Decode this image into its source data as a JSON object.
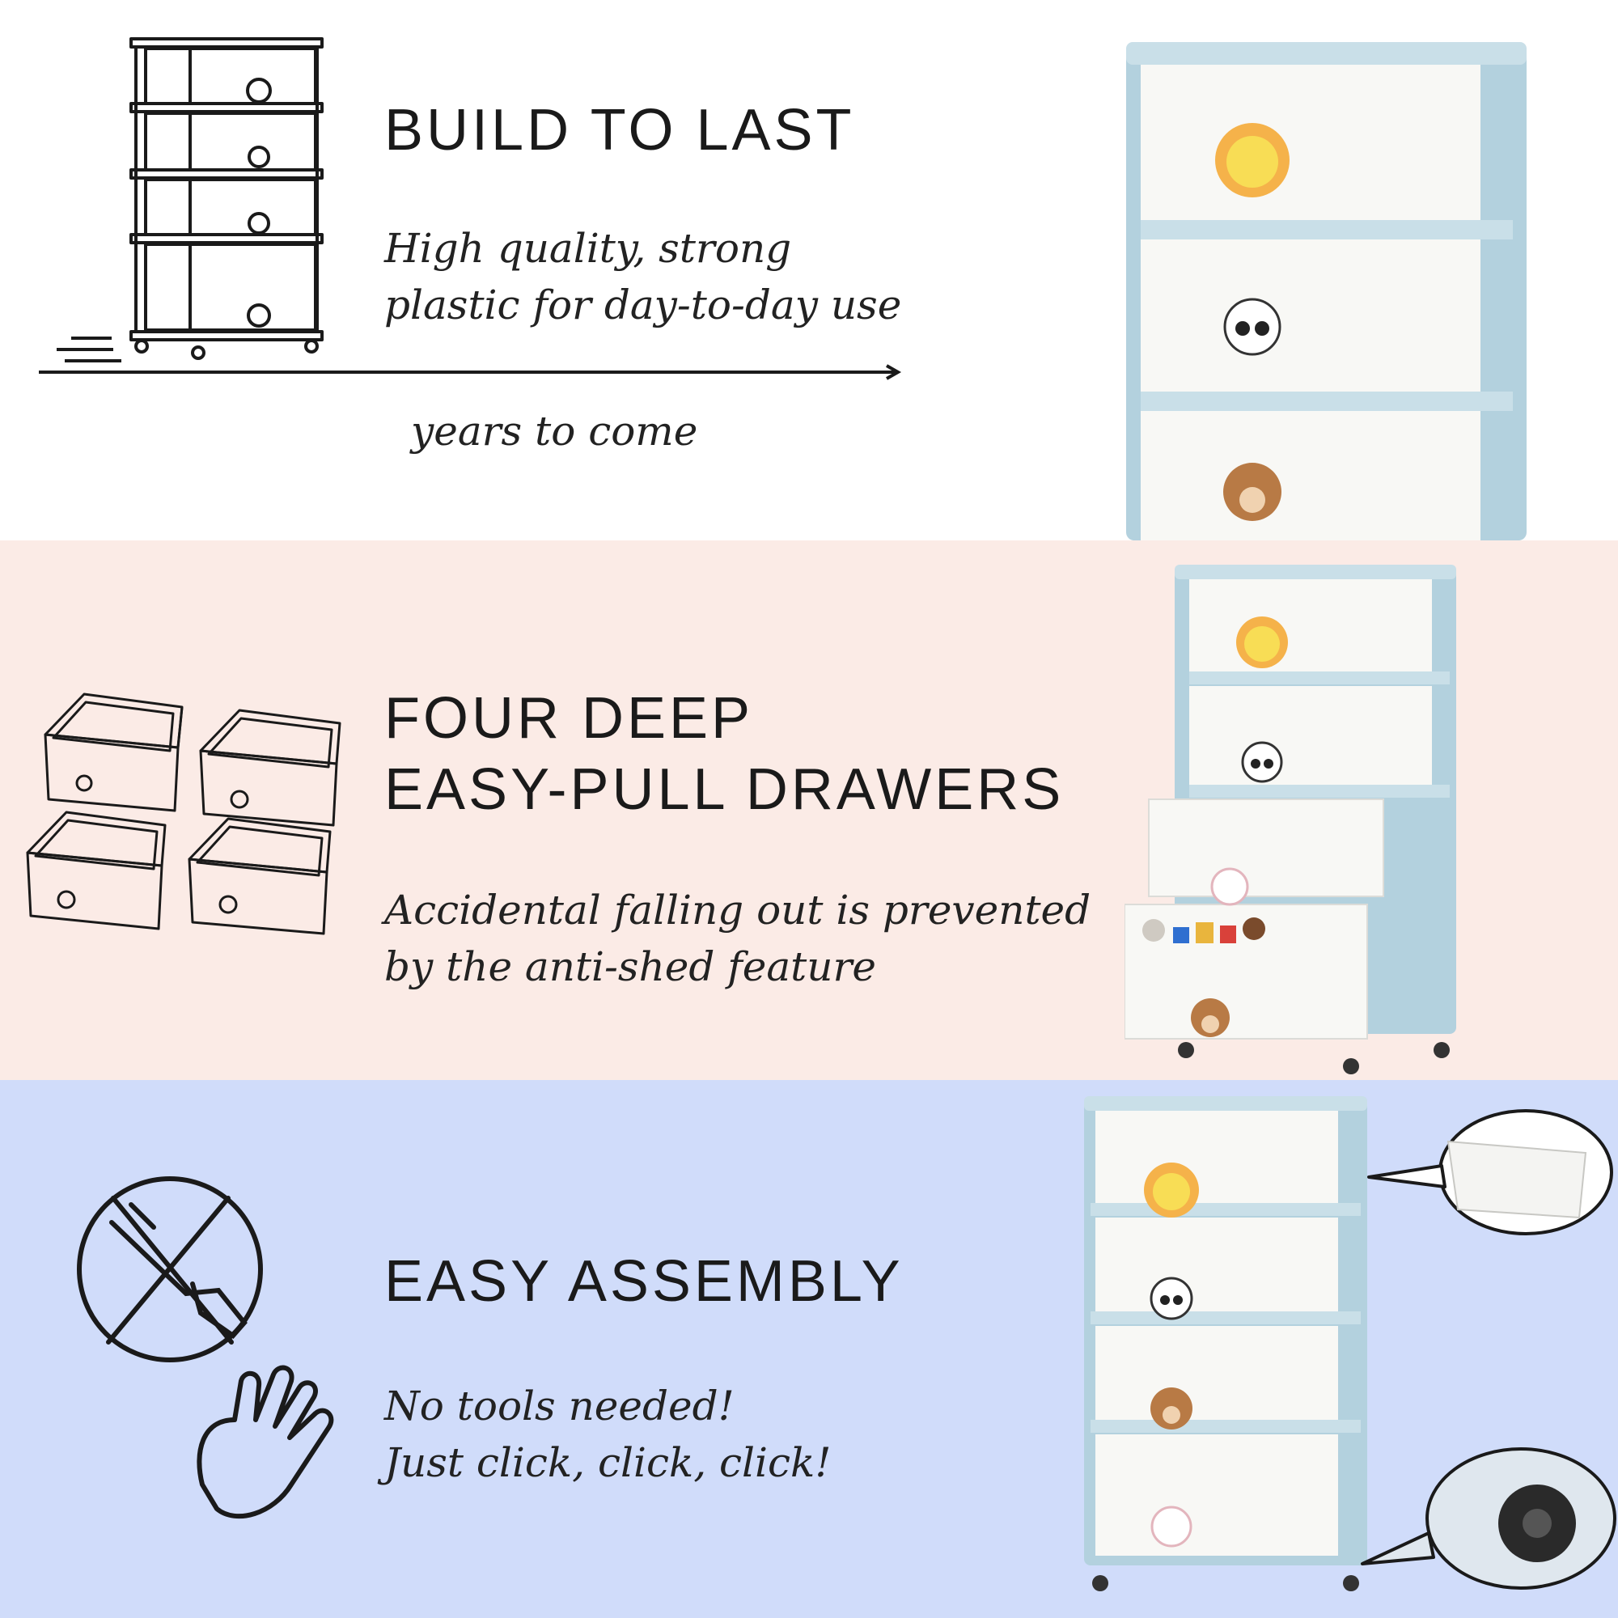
{
  "colors": {
    "band1_bg": "#ffffff",
    "band2_bg": "#fbebe6",
    "band3_bg": "#d0dcfa",
    "frame_blue": "#b3d1de",
    "drawer_white": "#f8f8f5",
    "ink": "#1a1a1a"
  },
  "sections": [
    {
      "heading": "BUILD TO LAST",
      "description": [
        "High quality, strong",
        "plastic for day-to-day use"
      ],
      "caption": "years to come",
      "icon": "drawer-unit-rolling-outline-icon"
    },
    {
      "heading_lines": [
        "FOUR DEEP",
        "EASY-PULL DRAWERS"
      ],
      "description": [
        "Accidental falling out is prevented",
        "by the anti-shed feature"
      ],
      "icon": "four-drawers-outline-icon"
    },
    {
      "heading": "EASY ASSEMBLY",
      "description": [
        "No tools needed!",
        "Just click, click, click!"
      ],
      "icons": [
        "no-tools-icon",
        "hand-icon"
      ]
    }
  ]
}
